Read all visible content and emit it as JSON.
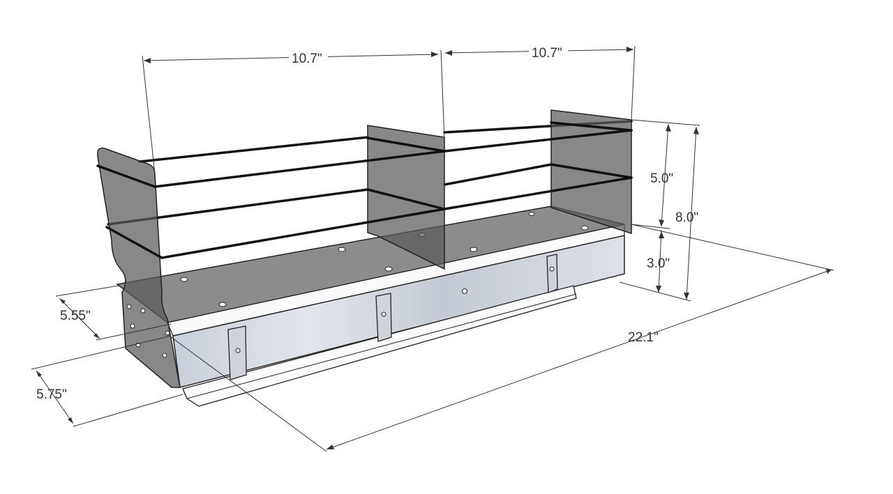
{
  "title": "Pull-out double shelf rack dimension drawing",
  "dimensions": {
    "top_width_left": "10.7\"",
    "top_width_right": "10.7\"",
    "rail_height": "5.0\"",
    "total_height": "8.0\"",
    "base_height": "3.0\"",
    "depth": "22.1\"",
    "inner_width": "5.55\"",
    "outer_width": "5.75\""
  },
  "colors": {
    "panel": "#5a5a5a",
    "front_panel": "#d4d9e0",
    "rail": "#111111",
    "dimension": "#333333"
  }
}
